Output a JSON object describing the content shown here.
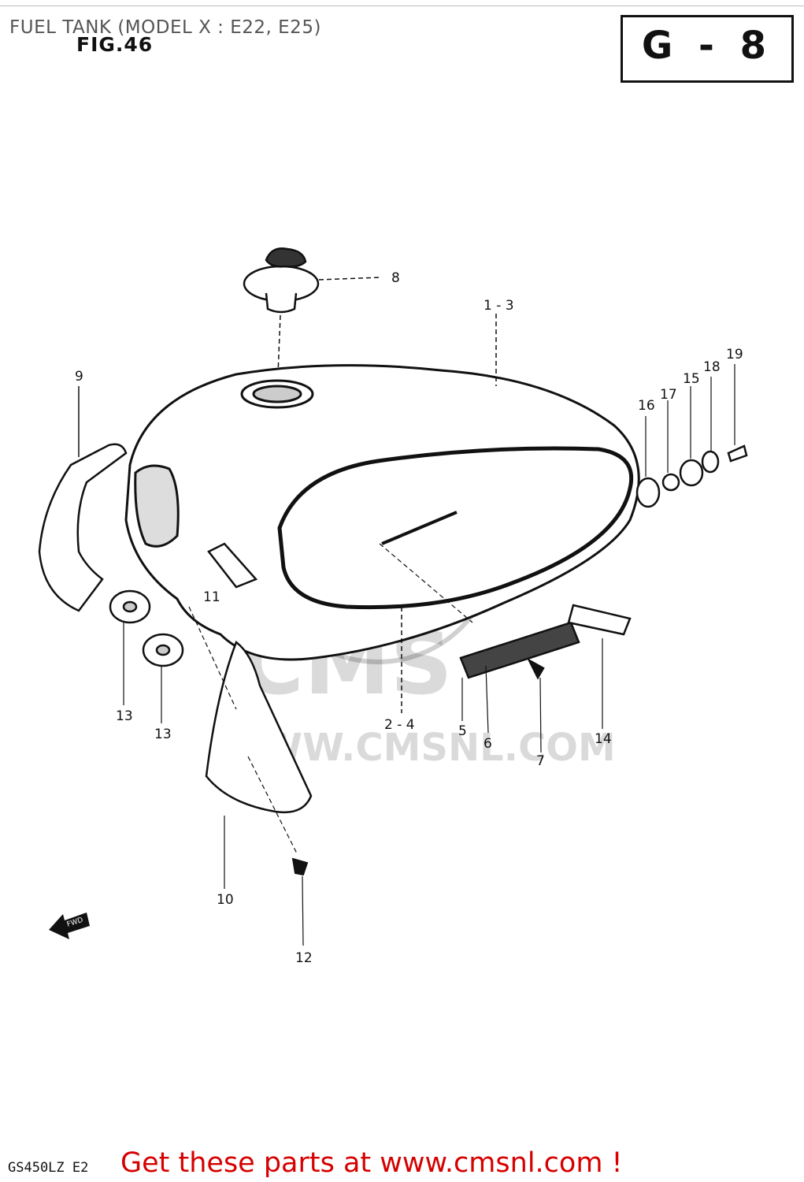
{
  "header": {
    "title": "FUEL TANK (MODEL X : E22, E25)",
    "figure": "FIG.46",
    "section_code": "G - 8"
  },
  "watermark": {
    "text": "WWW.CMSNL.COM",
    "logo": "CMS"
  },
  "callouts": [
    {
      "id": "c8",
      "text": "8"
    },
    {
      "id": "c1-3",
      "text": "1 - 3"
    },
    {
      "id": "c9",
      "text": "9"
    },
    {
      "id": "c19",
      "text": "19"
    },
    {
      "id": "c18",
      "text": "18"
    },
    {
      "id": "c15",
      "text": "15"
    },
    {
      "id": "c17",
      "text": "17"
    },
    {
      "id": "c16",
      "text": "16"
    },
    {
      "id": "c11",
      "text": "11"
    },
    {
      "id": "c13a",
      "text": "13"
    },
    {
      "id": "c13b",
      "text": "13"
    },
    {
      "id": "c2-4",
      "text": "2 - 4"
    },
    {
      "id": "c5",
      "text": "5"
    },
    {
      "id": "c6",
      "text": "6"
    },
    {
      "id": "c7",
      "text": "7"
    },
    {
      "id": "c14",
      "text": "14"
    },
    {
      "id": "c10",
      "text": "10"
    },
    {
      "id": "c12",
      "text": "12"
    }
  ],
  "fwd_arrow_label": "FWD",
  "footer": {
    "model_code": "GS450LZ E2",
    "banner": "Get these parts at www.cmsnl.com !",
    "banner_color": "#d60000"
  }
}
